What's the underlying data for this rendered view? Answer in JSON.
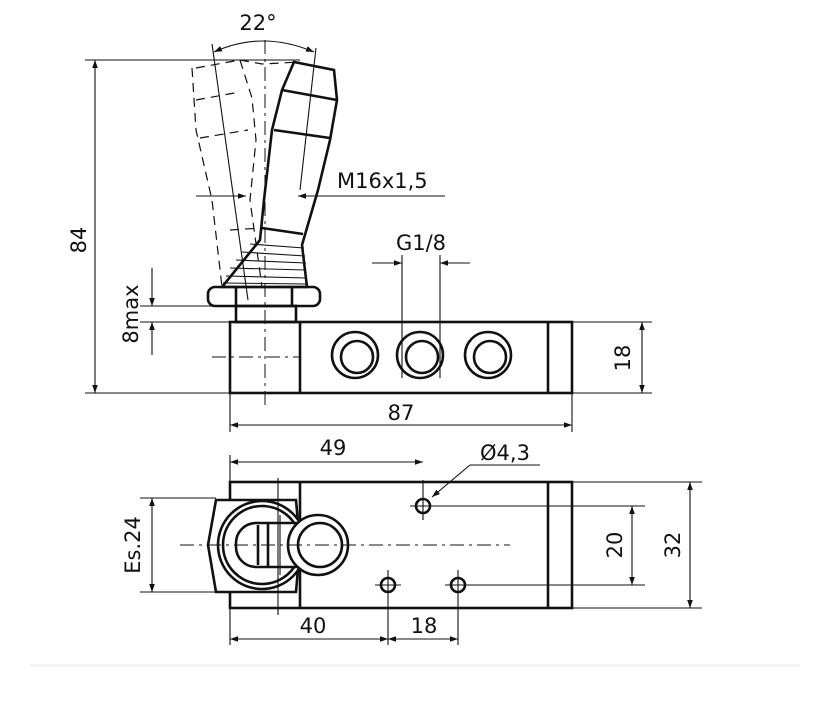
{
  "drawing": {
    "front_view": {
      "angle_label": "22°",
      "height_label": "84",
      "nut_label": "8max",
      "thread_label": "M16x1,5",
      "port_label": "G1/8",
      "body_height_label": "18",
      "length_label": "87"
    },
    "top_view": {
      "hole_offset_label": "49",
      "hole_diameter_label": "Ø4,3",
      "wrench_size_label": "Es.24",
      "hole_spacing_v_label": "20",
      "width_label": "32",
      "hole_pos_label": "40",
      "hole_spacing_h_label": "18"
    }
  }
}
